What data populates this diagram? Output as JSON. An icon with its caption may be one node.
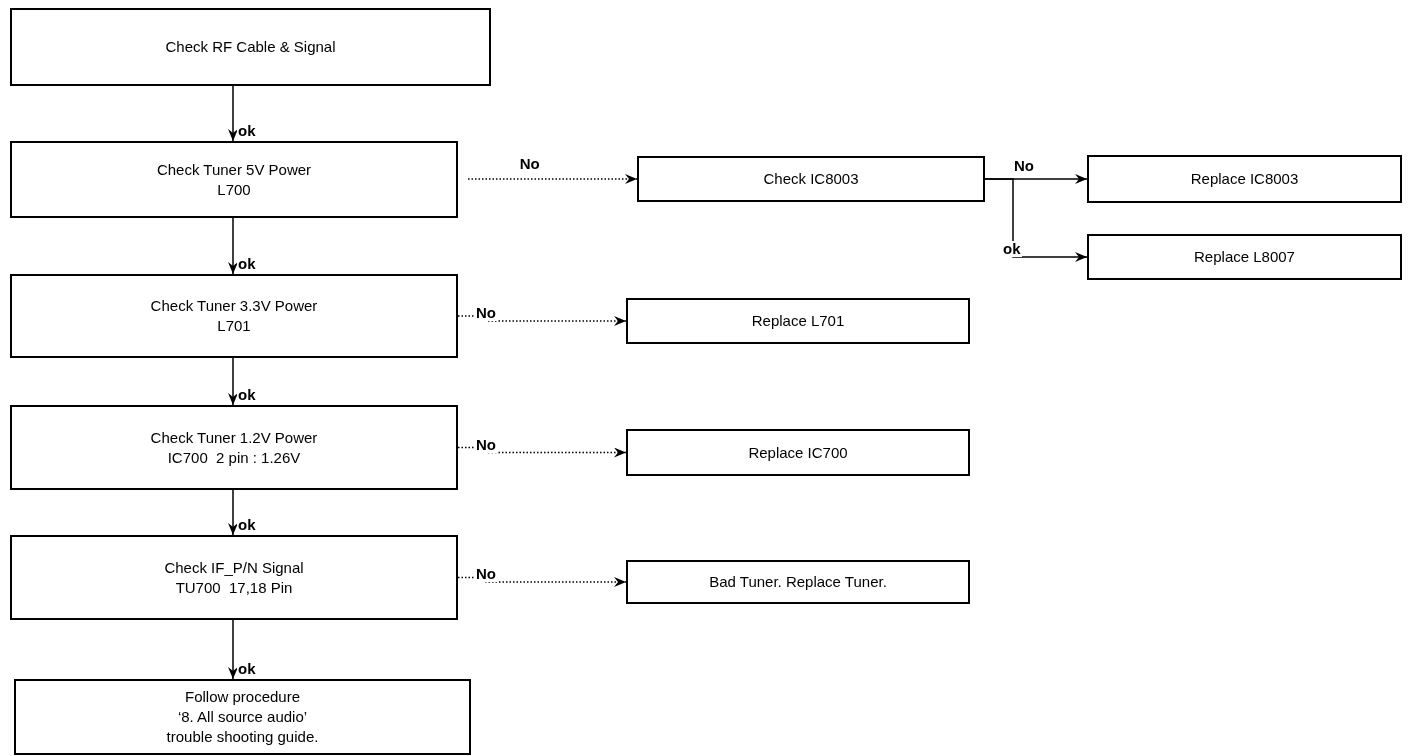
{
  "diagram": {
    "nodes": [
      {
        "text": [
          "Check RF Cable & Signal"
        ]
      },
      {
        "text": [
          "Check Tuner 5V Power",
          "L700"
        ]
      },
      {
        "text": [
          "Check IC8003"
        ]
      },
      {
        "text": [
          "Replace IC8003"
        ]
      },
      {
        "text": [
          "Replace L8007"
        ]
      },
      {
        "text": [
          "Check Tuner 3.3V Power",
          "L701"
        ]
      },
      {
        "text": [
          "Replace L701"
        ]
      },
      {
        "text": [
          "Check Tuner 1.2V Power",
          "IC700  2 pin : 1.26V"
        ]
      },
      {
        "text": [
          "Replace IC700"
        ]
      },
      {
        "text": [
          "Check IF_P/N Signal",
          "TU700  17,18 Pin"
        ]
      },
      {
        "text": [
          "Bad Tuner. Replace Tuner."
        ]
      },
      {
        "text": [
          "Follow procedure",
          "‘8. All source audio’",
          "trouble shooting guide."
        ]
      }
    ],
    "edges": [
      {
        "from": 0,
        "to": 1,
        "arrow": "to",
        "label": "ok"
      },
      {
        "from": 1,
        "to": 5,
        "arrow": "to",
        "label": "ok"
      },
      {
        "from": 5,
        "to": 7,
        "arrow": "to",
        "label": "ok"
      },
      {
        "from": 7,
        "to": 9,
        "arrow": "to",
        "label": "ok"
      },
      {
        "from": 9,
        "to": 11,
        "arrow": "to",
        "label": "ok"
      },
      {
        "from": 1,
        "to": 2,
        "arrow": "to",
        "label": "No",
        "style": "dashed"
      },
      {
        "from": 2,
        "to": 3,
        "arrow": "to",
        "label": "No"
      },
      {
        "from": 2,
        "to": 4,
        "arrow": "to",
        "label": "ok"
      },
      {
        "from": 5,
        "to": 6,
        "arrow": "to",
        "label": "No",
        "style": "dashed"
      },
      {
        "from": 7,
        "to": 8,
        "arrow": "to",
        "label": "No",
        "style": "dashed"
      },
      {
        "from": 9,
        "to": 10,
        "arrow": "to",
        "label": "No",
        "style": "dashed"
      }
    ]
  }
}
